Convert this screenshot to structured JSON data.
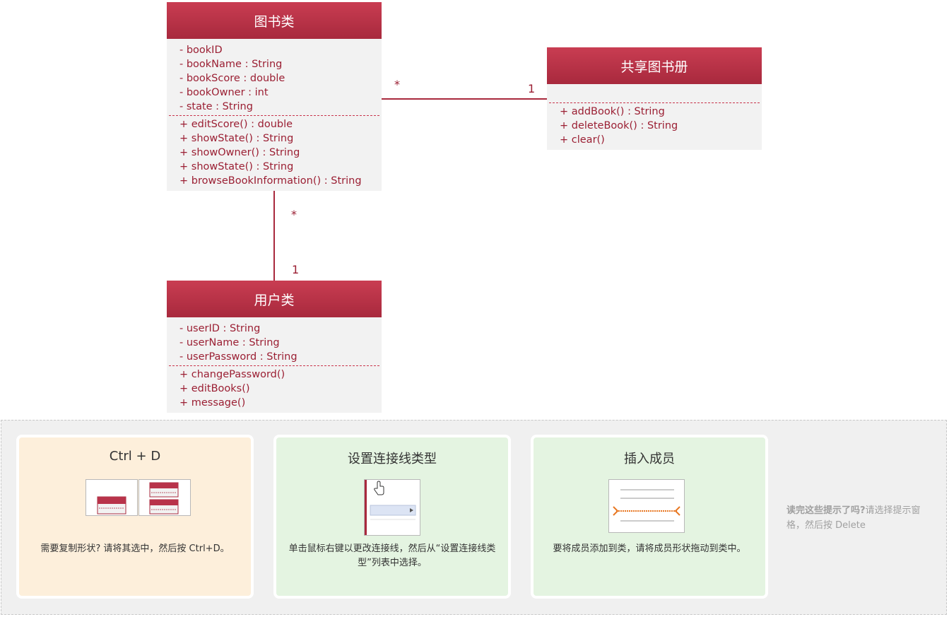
{
  "diagram": {
    "book_class": {
      "title": "图书类",
      "attributes": [
        "- bookID",
        "- bookName : String",
        "- bookScore : double",
        "- bookOwner : int",
        "- state : String"
      ],
      "methods": [
        "+ editScore() : double",
        "+ showState() : String",
        "+ showOwner() : String",
        "+ showState() : String",
        "+ browseBookInformation() : String"
      ]
    },
    "shared_list_class": {
      "title": "共享图书册",
      "attributes": [],
      "methods": [
        "+ addBook() : String",
        "+ deleteBook() : String",
        "+ clear()"
      ]
    },
    "user_class": {
      "title": "用户类",
      "attributes": [
        "- userID : String",
        "- userName : String",
        "- userPassword : String"
      ],
      "methods": [
        "+ changePassword()",
        "+ editBooks()",
        "+ message()"
      ]
    },
    "associations": {
      "book_shared": {
        "book_end": "*",
        "shared_end": "1"
      },
      "book_user": {
        "book_end": "*",
        "user_end": "1"
      }
    }
  },
  "tips": [
    {
      "title": "Ctrl + D",
      "text": "需要复制形状? 请将其选中，然后按 Ctrl+D。",
      "color": "#fdefdb"
    },
    {
      "title": "设置连接线类型",
      "text": "单击鼠标右键以更改连接线，然后从“设置连接线类型”列表中选择。",
      "color": "#e4f4e1"
    },
    {
      "title": "插入成员",
      "text": "要将成员添加到类，请将成员形状拖动到类中。",
      "color": "#e4f4e1"
    }
  ],
  "prompt": {
    "bold": "读完这些提示了吗?",
    "text": "请选择提示窗格，然后按 Delete"
  },
  "colors": {
    "header_top": "#c93d52",
    "header_bottom": "#a8293d",
    "member_text": "#9b1f33",
    "body_bg": "#f2f2f2"
  }
}
